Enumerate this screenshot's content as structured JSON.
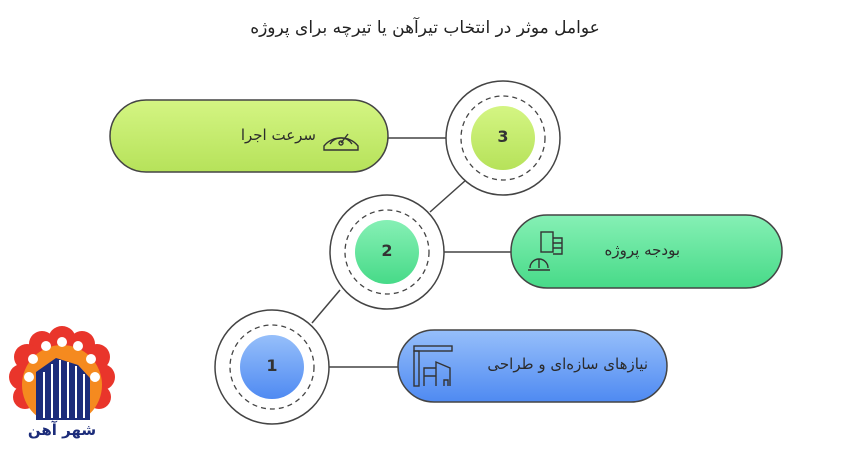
{
  "title": "عوامل موثر در انتخاب تیرآهن یا تیرچه برای پروژه",
  "steps": [
    {
      "number": "3",
      "label": "سرعت اجرا",
      "icon": "speedometer-icon",
      "color": "#c2ec6a"
    },
    {
      "number": "2",
      "label": "بودجه پروژه",
      "icon": "construction-budget-icon",
      "color": "#5fe49a"
    },
    {
      "number": "1",
      "label": "نیازهای سازه‌ای و طراحی",
      "icon": "blueprint-building-icon",
      "color": "#6a9ff5"
    }
  ],
  "logo": {
    "text": "شهر آهن",
    "colors": [
      "#e9352b",
      "#f58a1f",
      "#1c2c7a"
    ]
  }
}
